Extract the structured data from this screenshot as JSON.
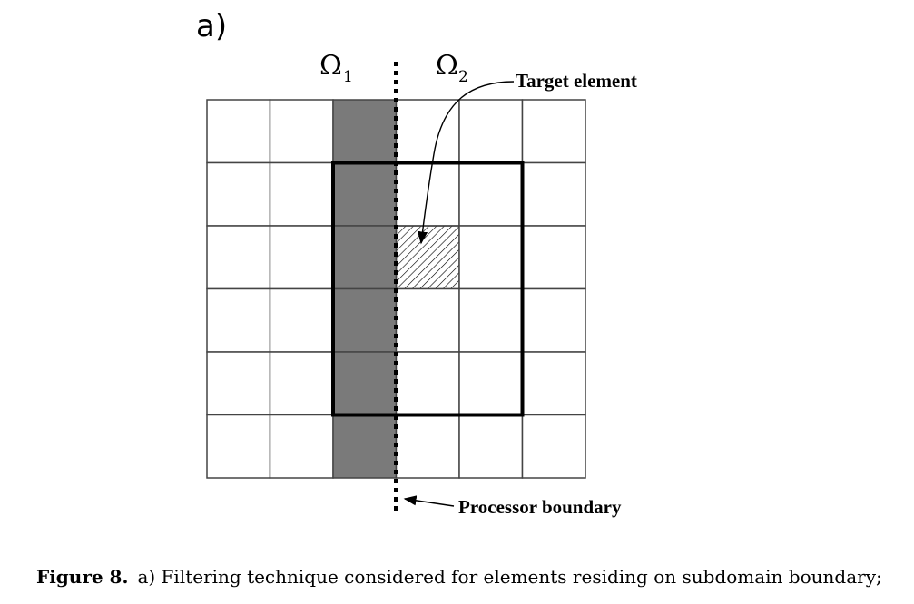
{
  "panel_label": "a)",
  "subdomain_1": {
    "symbol": "Ω",
    "subscript": "1"
  },
  "subdomain_2": {
    "symbol": "Ω",
    "subscript": "2"
  },
  "annotations": {
    "target_element": "Target element",
    "processor_boundary": "Processor boundary"
  },
  "grid": {
    "rows": 6,
    "cols": 6,
    "shaded_column": 3,
    "target_cell": {
      "row": 3,
      "col": 4
    },
    "filter_window": {
      "row_start": 2,
      "row_end": 5,
      "col_start": 3,
      "col_end": 5
    }
  },
  "colors": {
    "shaded": "#7a7a7a",
    "grid_line": "#444444",
    "ink": "#000000"
  },
  "caption": {
    "figure_number": "Figure 8.",
    "text": "a) Filtering technique considered for elements residing on subdomain boundary;"
  }
}
